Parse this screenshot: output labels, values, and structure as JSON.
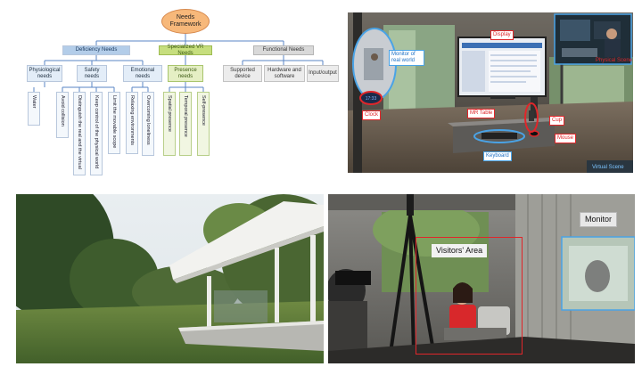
{
  "framework": {
    "root": "Needs Framework",
    "categories": [
      {
        "label": "Deficiency Needs",
        "groups": [
          {
            "label": "Physiological needs",
            "items": [
              "Water"
            ]
          },
          {
            "label": "Safety needs",
            "items": [
              "Avoid collision",
              "Distinguish the real and the virtual",
              "Keep control of the physical world",
              "Limit the movable scope"
            ]
          },
          {
            "label": "Emotional needs",
            "items": [
              "Relaxing environments",
              "Overcoming loneliness"
            ]
          }
        ]
      },
      {
        "label": "Specialized VR Needs",
        "groups": [
          {
            "label": "Presence needs",
            "items": [
              "Spatial presence",
              "Temporal presence",
              "Self-presence"
            ]
          }
        ]
      },
      {
        "label": "Functional Needs",
        "groups": [
          {
            "label": "Supported device",
            "items": []
          },
          {
            "label": "Hardware and software",
            "items": []
          },
          {
            "label": "Input/output",
            "items": []
          }
        ]
      }
    ]
  },
  "mr_scene": {
    "monitor_label": "Monitor of real world",
    "display_label": "Display",
    "clock_label": "Clock",
    "mr_table_label": "MR Table",
    "cup_label": "Cup",
    "mouse_label": "Mouse",
    "keyboard_label": "Keyboard",
    "physical_scene_label": "Physical Scene",
    "virtual_scene_label": "Virtual Scene",
    "clock_text": "17:33"
  },
  "visitor_scene": {
    "visitors_area_label": "Visitors' Area",
    "monitor_label": "Monitor"
  },
  "colors": {
    "annotation_red": "#e0262a",
    "annotation_blue": "#4aa3e6",
    "root_fill": "#f7b87a",
    "deficiency_fill": "#b3cde9",
    "vr_fill": "#c6de7e",
    "functional_fill": "#d9d9d9"
  }
}
